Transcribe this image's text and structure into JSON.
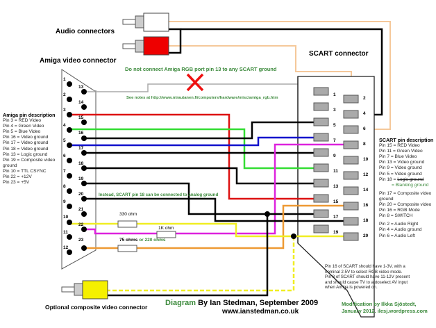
{
  "titles": {
    "audio_connectors": "Audio connectors",
    "amiga_video_connector": "Amiga video connector",
    "scart_connector": "SCART connector",
    "optional_composite": "Optional composite video connector"
  },
  "notes": {
    "warning": "Do not connect Amiga RGB port pin 13 to any SCART ground",
    "see_notes": "See notes at http://www.ntrautanen.fi/computers/hardware/misc/amiga_rgb.htm",
    "instead": "Instead, SCART pin 18 can be connected to analog ground",
    "scart_note": [
      "Pin 16 of SCART should have 1-3V, with a",
      "nominal 2.5V to select RGB video mode.",
      "Pin 8 of SCART should have 11-12V present",
      "and should cause TV to autoselect AV input",
      "when Amiga is powered on."
    ]
  },
  "resistors": {
    "r1": "330 ohm",
    "r2": "1K ohm",
    "r3_a": "75 ohms",
    "r3_b": "or 220 ohms"
  },
  "amiga_pins": {
    "left": [
      "1",
      "2",
      "3",
      "4",
      "5",
      "6",
      "7",
      "8",
      "9",
      "10",
      "11",
      "12"
    ],
    "right": [
      "13",
      "14",
      "15",
      "16",
      "17",
      "18",
      "19",
      "20",
      "21",
      "22",
      "23"
    ]
  },
  "scart_pins": {
    "odd": [
      "1",
      "3",
      "5",
      "7",
      "9",
      "11",
      "13",
      "15",
      "17",
      "19"
    ],
    "even": [
      "2",
      "4",
      "6",
      "8",
      "10",
      "12",
      "14",
      "16",
      "18",
      "20"
    ]
  },
  "amiga_description": {
    "heading": "Amiga pin description",
    "lines": [
      "Pin 3 = RED Video",
      "Pin 4 = Green Video",
      "Pin 5 = Blue Video",
      "Pin 16 = Video ground",
      "Pin 17 = Video ground",
      "Pin 18 = Video ground",
      "Pin 13 = Logic ground",
      "Pin 19 = Composite video",
      "ground",
      "Pin 10 = TTL CSYNC",
      "Pin 22 = +12V",
      "Pin 23 = +5V"
    ]
  },
  "scart_description": {
    "heading": "SCART pin description",
    "lines": [
      "Pin 15 = RED Video",
      "Pin 11 = Green Video",
      "Pin 7 = Blue Video",
      "Pin 13 = Video ground",
      "Pin 9 = Video ground",
      "Pin 5 = Video ground"
    ],
    "pin18_struck_prefix": "Pin 18 = ",
    "pin18_struck": "Logic ground",
    "pin18_new": "= Blanking ground",
    "lines2": [
      "Pin 17 = Composite video",
      "ground",
      "Pin 20 = Composite video",
      "Pin 16 = RGB Mode",
      "Pin 8 = SWITCH"
    ],
    "lines3": [
      "Pin 2 = Audio Right",
      "Pin 4 = Audio ground",
      "Pin 6 = Audio Left"
    ]
  },
  "credits": {
    "diagram_word": "Diagram",
    "by_line": "By  Ian Stedman, September 2009",
    "website": "www.ianstedman.co.uk",
    "modification_1": "Modification by Ilkka Sjöstedt,",
    "modification_2": "January 2012. ilesj.wordpress.com"
  },
  "wire_colors": {
    "red": "#dd1111",
    "green": "#33dd33",
    "blue": "#1111cc",
    "magenta": "#dd22dd",
    "yellow": "#f0ee22",
    "orange": "#ee9933",
    "audio": "#f5c89a",
    "ground": "#000000"
  }
}
